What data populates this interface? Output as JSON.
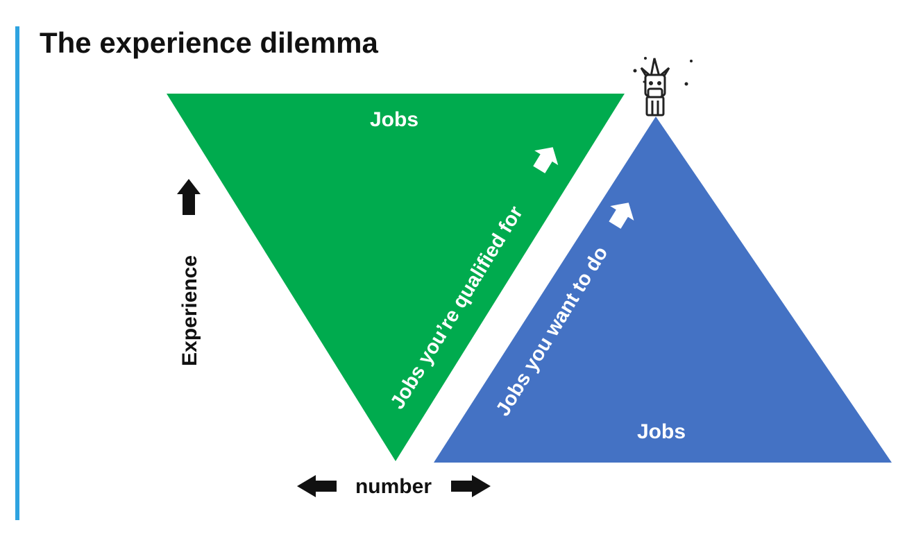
{
  "title": "The experience dilemma",
  "colors": {
    "accent_bar": "#2ea3e0",
    "green": "#00ab4e",
    "blue": "#4472c4"
  },
  "green_triangle": {
    "top_label": "Jobs",
    "side_label": "Jobs you’re qualified for"
  },
  "blue_triangle": {
    "bottom_label": "Jobs",
    "side_label": "Jobs you want to do"
  },
  "axes": {
    "vertical_label": "Experience",
    "horizontal_label": "number"
  },
  "icons": {
    "peak": "unicorn-icon"
  }
}
